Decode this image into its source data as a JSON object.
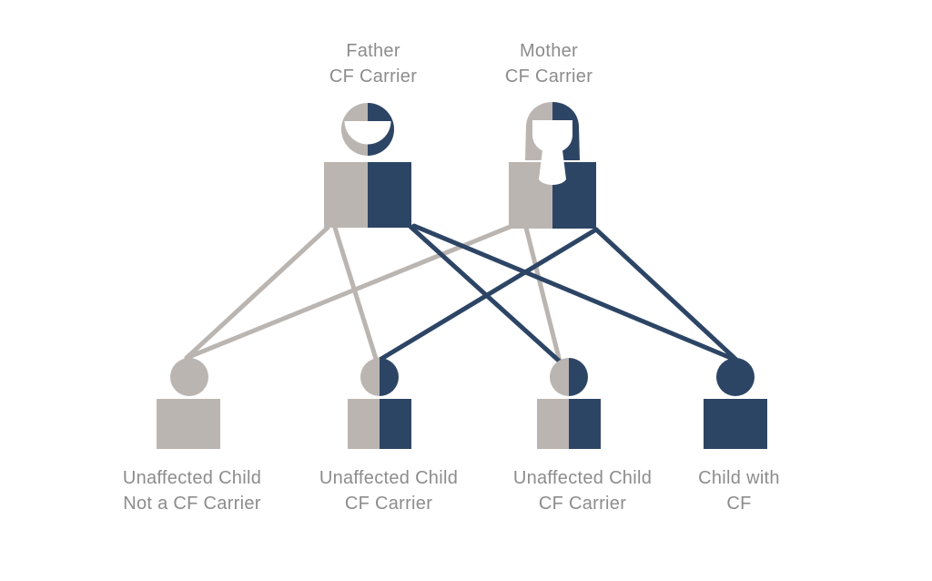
{
  "colors": {
    "carrier_gray": "#bbb5b1",
    "cf_navy": "#2d4565",
    "label_text": "#8c8c8c",
    "background": "#ffffff"
  },
  "parents": [
    {
      "id": "father",
      "line1": "Father",
      "line2": "CF Carrier",
      "status": "carrier"
    },
    {
      "id": "mother",
      "line1": "Mother",
      "line2": "CF Carrier",
      "status": "carrier"
    }
  ],
  "children": [
    {
      "id": "child1",
      "line1": "Unaffected Child",
      "line2": "Not a CF Carrier",
      "status": "non-carrier"
    },
    {
      "id": "child2",
      "line1": "Unaffected Child",
      "line2": "CF Carrier",
      "status": "carrier"
    },
    {
      "id": "child3",
      "line1": "Unaffected Child",
      "line2": "CF Carrier",
      "status": "carrier"
    },
    {
      "id": "child4",
      "line1": "Child with",
      "line2": "CF",
      "status": "affected"
    }
  ]
}
